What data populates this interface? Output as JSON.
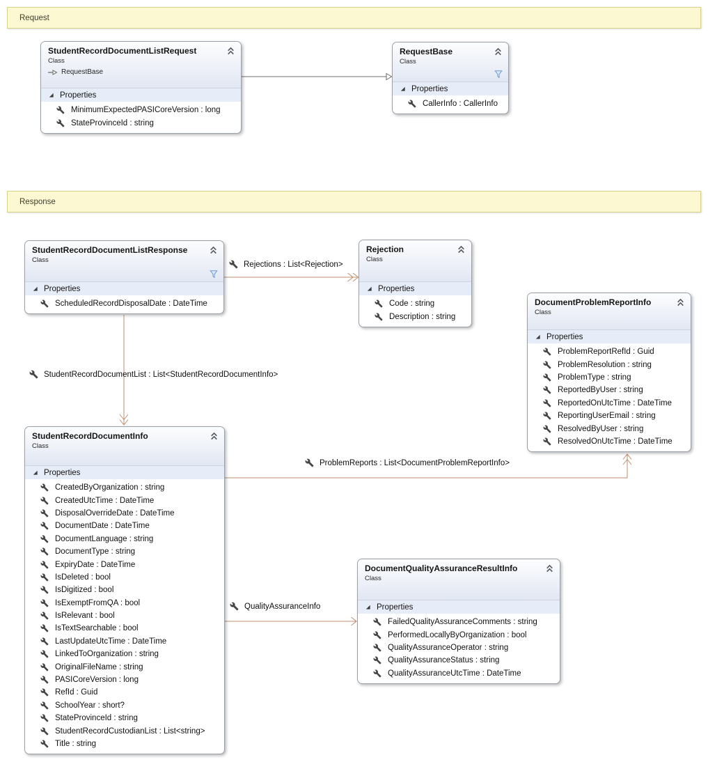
{
  "banners": {
    "request": "Request",
    "response": "Response"
  },
  "labels": {
    "class_kind": "Class",
    "properties_section": "Properties"
  },
  "classes": {
    "list_request": {
      "title": "StudentRecordDocumentListRequest",
      "base": "RequestBase",
      "properties": [
        "MinimumExpectedPASICoreVersion : long",
        "StateProvinceId : string"
      ]
    },
    "request_base": {
      "title": "RequestBase",
      "properties": [
        "CallerInfo : CallerInfo"
      ]
    },
    "list_response": {
      "title": "StudentRecordDocumentListResponse",
      "properties": [
        "ScheduledRecordDisposalDate : DateTime"
      ]
    },
    "rejection": {
      "title": "Rejection",
      "properties": [
        "Code : string",
        "Description : string"
      ]
    },
    "problem_report": {
      "title": "DocumentProblemReportInfo",
      "properties": [
        "ProblemReportRefId : Guid",
        "ProblemResolution : string",
        "ProblemType : string",
        "ReportedByUser : string",
        "ReportedOnUtcTime : DateTime",
        "ReportingUserEmail : string",
        "ResolvedByUser : string",
        "ResolvedOnUtcTime : DateTime"
      ]
    },
    "document_info": {
      "title": "StudentRecordDocumentInfo",
      "properties": [
        "CreatedByOrganization : string",
        "CreatedUtcTime : DateTime",
        "DisposalOverrideDate : DateTime",
        "DocumentDate : DateTime",
        "DocumentLanguage : string",
        "DocumentType : string",
        "ExpiryDate : DateTime",
        "IsDeleted : bool",
        "IsDigitized : bool",
        "IsExemptFromQA : bool",
        "IsRelevant : bool",
        "IsTextSearchable : bool",
        "LastUpdateUtcTime : DateTime",
        "LinkedToOrganization : string",
        "OriginalFileName : string",
        "PASICoreVersion : long",
        "RefId : Guid",
        "SchoolYear : short?",
        "StateProvinceId : string",
        "StudentRecordCustodianList : List<string>",
        "Title : string"
      ]
    },
    "qa_result": {
      "title": "DocumentQualityAssuranceResultInfo",
      "properties": [
        "FailedQualityAssuranceComments : string",
        "PerformedLocallyByOrganization : bool",
        "QualityAssuranceOperator : string",
        "QualityAssuranceStatus : string",
        "QualityAssuranceUtcTime : DateTime"
      ]
    }
  },
  "associations": {
    "rejections": "Rejections : List<Rejection>",
    "document_list": "StudentRecordDocumentList : List<StudentRecordDocumentInfo>",
    "problem_reports": "ProblemReports : List<DocumentProblemReportInfo>",
    "quality_assurance": "QualityAssuranceInfo"
  },
  "colors": {
    "association": "#bf8e6d",
    "inheritance": "#6e6e6e",
    "banner_fill": "#fbf8d2",
    "banner_border": "#d8d28c",
    "section_band": "#e7edf8"
  }
}
